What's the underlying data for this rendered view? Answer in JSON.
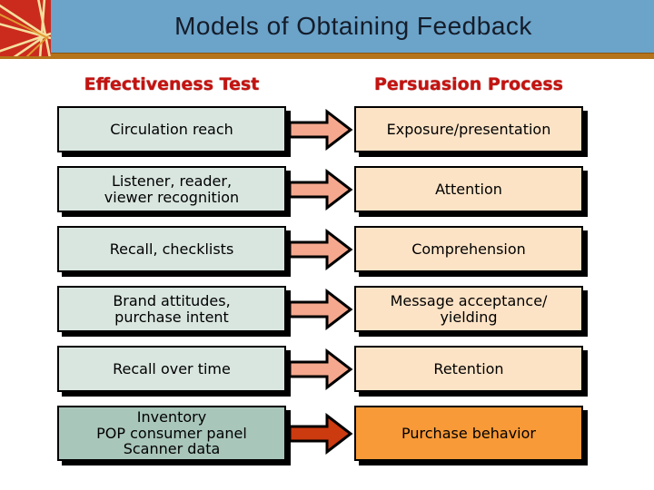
{
  "header": {
    "title": "Models of Obtaining Feedback"
  },
  "columns": {
    "left": "Effectiveness Test",
    "right": "Persuasion Process"
  },
  "rows": [
    {
      "left": "Circulation reach",
      "right": "Exposure/presentation"
    },
    {
      "left": "Listener, reader,\nviewer recognition",
      "right": "Attention"
    },
    {
      "left": "Recall, checklists",
      "right": "Comprehension"
    },
    {
      "left": "Brand attitudes,\npurchase intent",
      "right": "Message acceptance/\nyielding"
    },
    {
      "left": "Recall over time",
      "right": "Retention"
    },
    {
      "left": "Inventory\nPOP consumer panel\nScanner data",
      "right": "Purchase behavior"
    }
  ],
  "icons": {
    "logo": "starburst-logo",
    "arrow": "right-arrow"
  },
  "colors": {
    "header_bg": "#6BA3C9",
    "header_text": "#141c2a",
    "accent_line": "#B5731A",
    "logo_red": "#CB2B1D",
    "logo_rays": "#F4DF9E",
    "column_header_text": "#C41310",
    "box_left_fill": "#D9E6E0",
    "box_left_final_fill": "#A9C6BB",
    "box_right_fill": "#FDE3C6",
    "box_right_final_fill": "#F89A38",
    "arrow_fill": "#F5A88E",
    "arrow_final_fill": "#CC3A10",
    "box_border": "#000000"
  }
}
